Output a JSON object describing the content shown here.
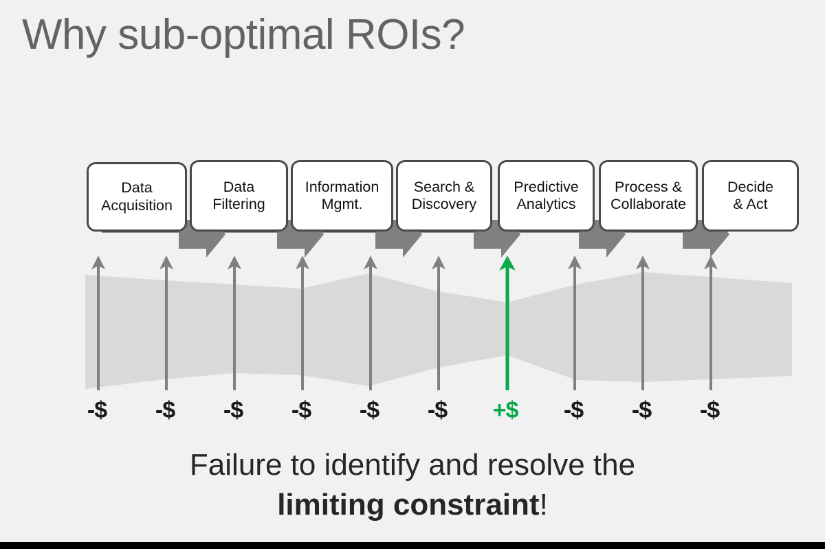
{
  "slide": {
    "title": "Why sub-optimal ROIs?",
    "background_color": "#f1f1f1",
    "accent_green": "#0aa84a",
    "box_border_color": "#4a4a4a",
    "arrow_gray": "#808080",
    "band_gray": "#d9d9d9",
    "bottom_bar_color": "#000000"
  },
  "process": {
    "boxes": [
      {
        "label": "Data\nAcquisition"
      },
      {
        "label": "Data\nFiltering"
      },
      {
        "label": "Information\nMgmt."
      },
      {
        "label": "Search &\nDiscovery"
      },
      {
        "label": "Predictive\nAnalytics"
      },
      {
        "label": "Process &\nCollaborate"
      },
      {
        "label": "Decide\n& Act"
      }
    ]
  },
  "value_markers": [
    {
      "label": "-$",
      "sign": "negative"
    },
    {
      "label": "-$",
      "sign": "negative"
    },
    {
      "label": "-$",
      "sign": "negative"
    },
    {
      "label": "-$",
      "sign": "negative"
    },
    {
      "label": "-$",
      "sign": "negative"
    },
    {
      "label": "-$",
      "sign": "negative"
    },
    {
      "label": "+$",
      "sign": "positive"
    },
    {
      "label": "-$",
      "sign": "negative"
    },
    {
      "label": "-$",
      "sign": "negative"
    },
    {
      "label": "-$",
      "sign": "negative"
    }
  ],
  "caption": {
    "line1": "Failure to identify and resolve the",
    "line2_bold": "limiting constraint",
    "line2_tail": "!"
  }
}
